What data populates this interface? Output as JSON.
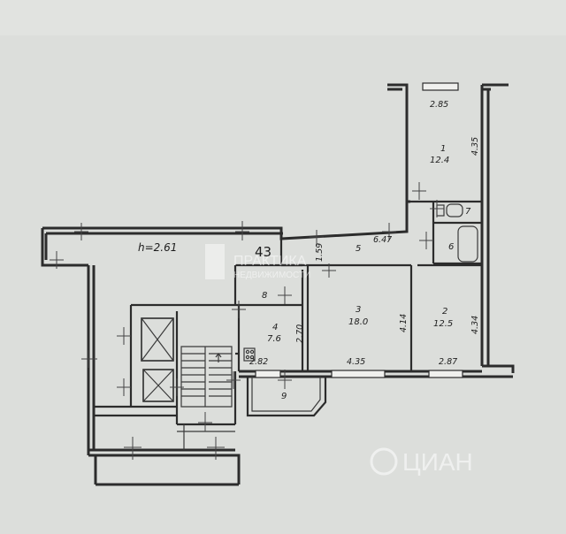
{
  "plan": {
    "ceiling_height": "h=2.61",
    "tag_43": "43",
    "rooms": [
      {
        "id": "room1",
        "num": "1",
        "area": "12.4"
      },
      {
        "id": "room2",
        "num": "2",
        "area": "12.5"
      },
      {
        "id": "room3",
        "num": "3",
        "area": "18.0"
      },
      {
        "id": "room4",
        "num": "4",
        "area": "7.6"
      }
    ],
    "labels": {
      "r5": "5",
      "r6": "6",
      "r7": "7",
      "r8": "8",
      "r9": "9"
    },
    "dimensions": {
      "top_285": "2.85",
      "right_435": "4.35",
      "hall_647": "6.47",
      "hall_159": "1.59",
      "r3_414": "4.14",
      "r3_435": "4.35",
      "r2_434": "4.34",
      "r2_287": "2.87",
      "r4_270": "2.70",
      "r4_282": "2.82"
    }
  },
  "watermark": {
    "agency_line1": "ПРАКТИКА",
    "agency_line2": "НЕДВИЖИМОСТИ",
    "site": "ЦИАН"
  }
}
